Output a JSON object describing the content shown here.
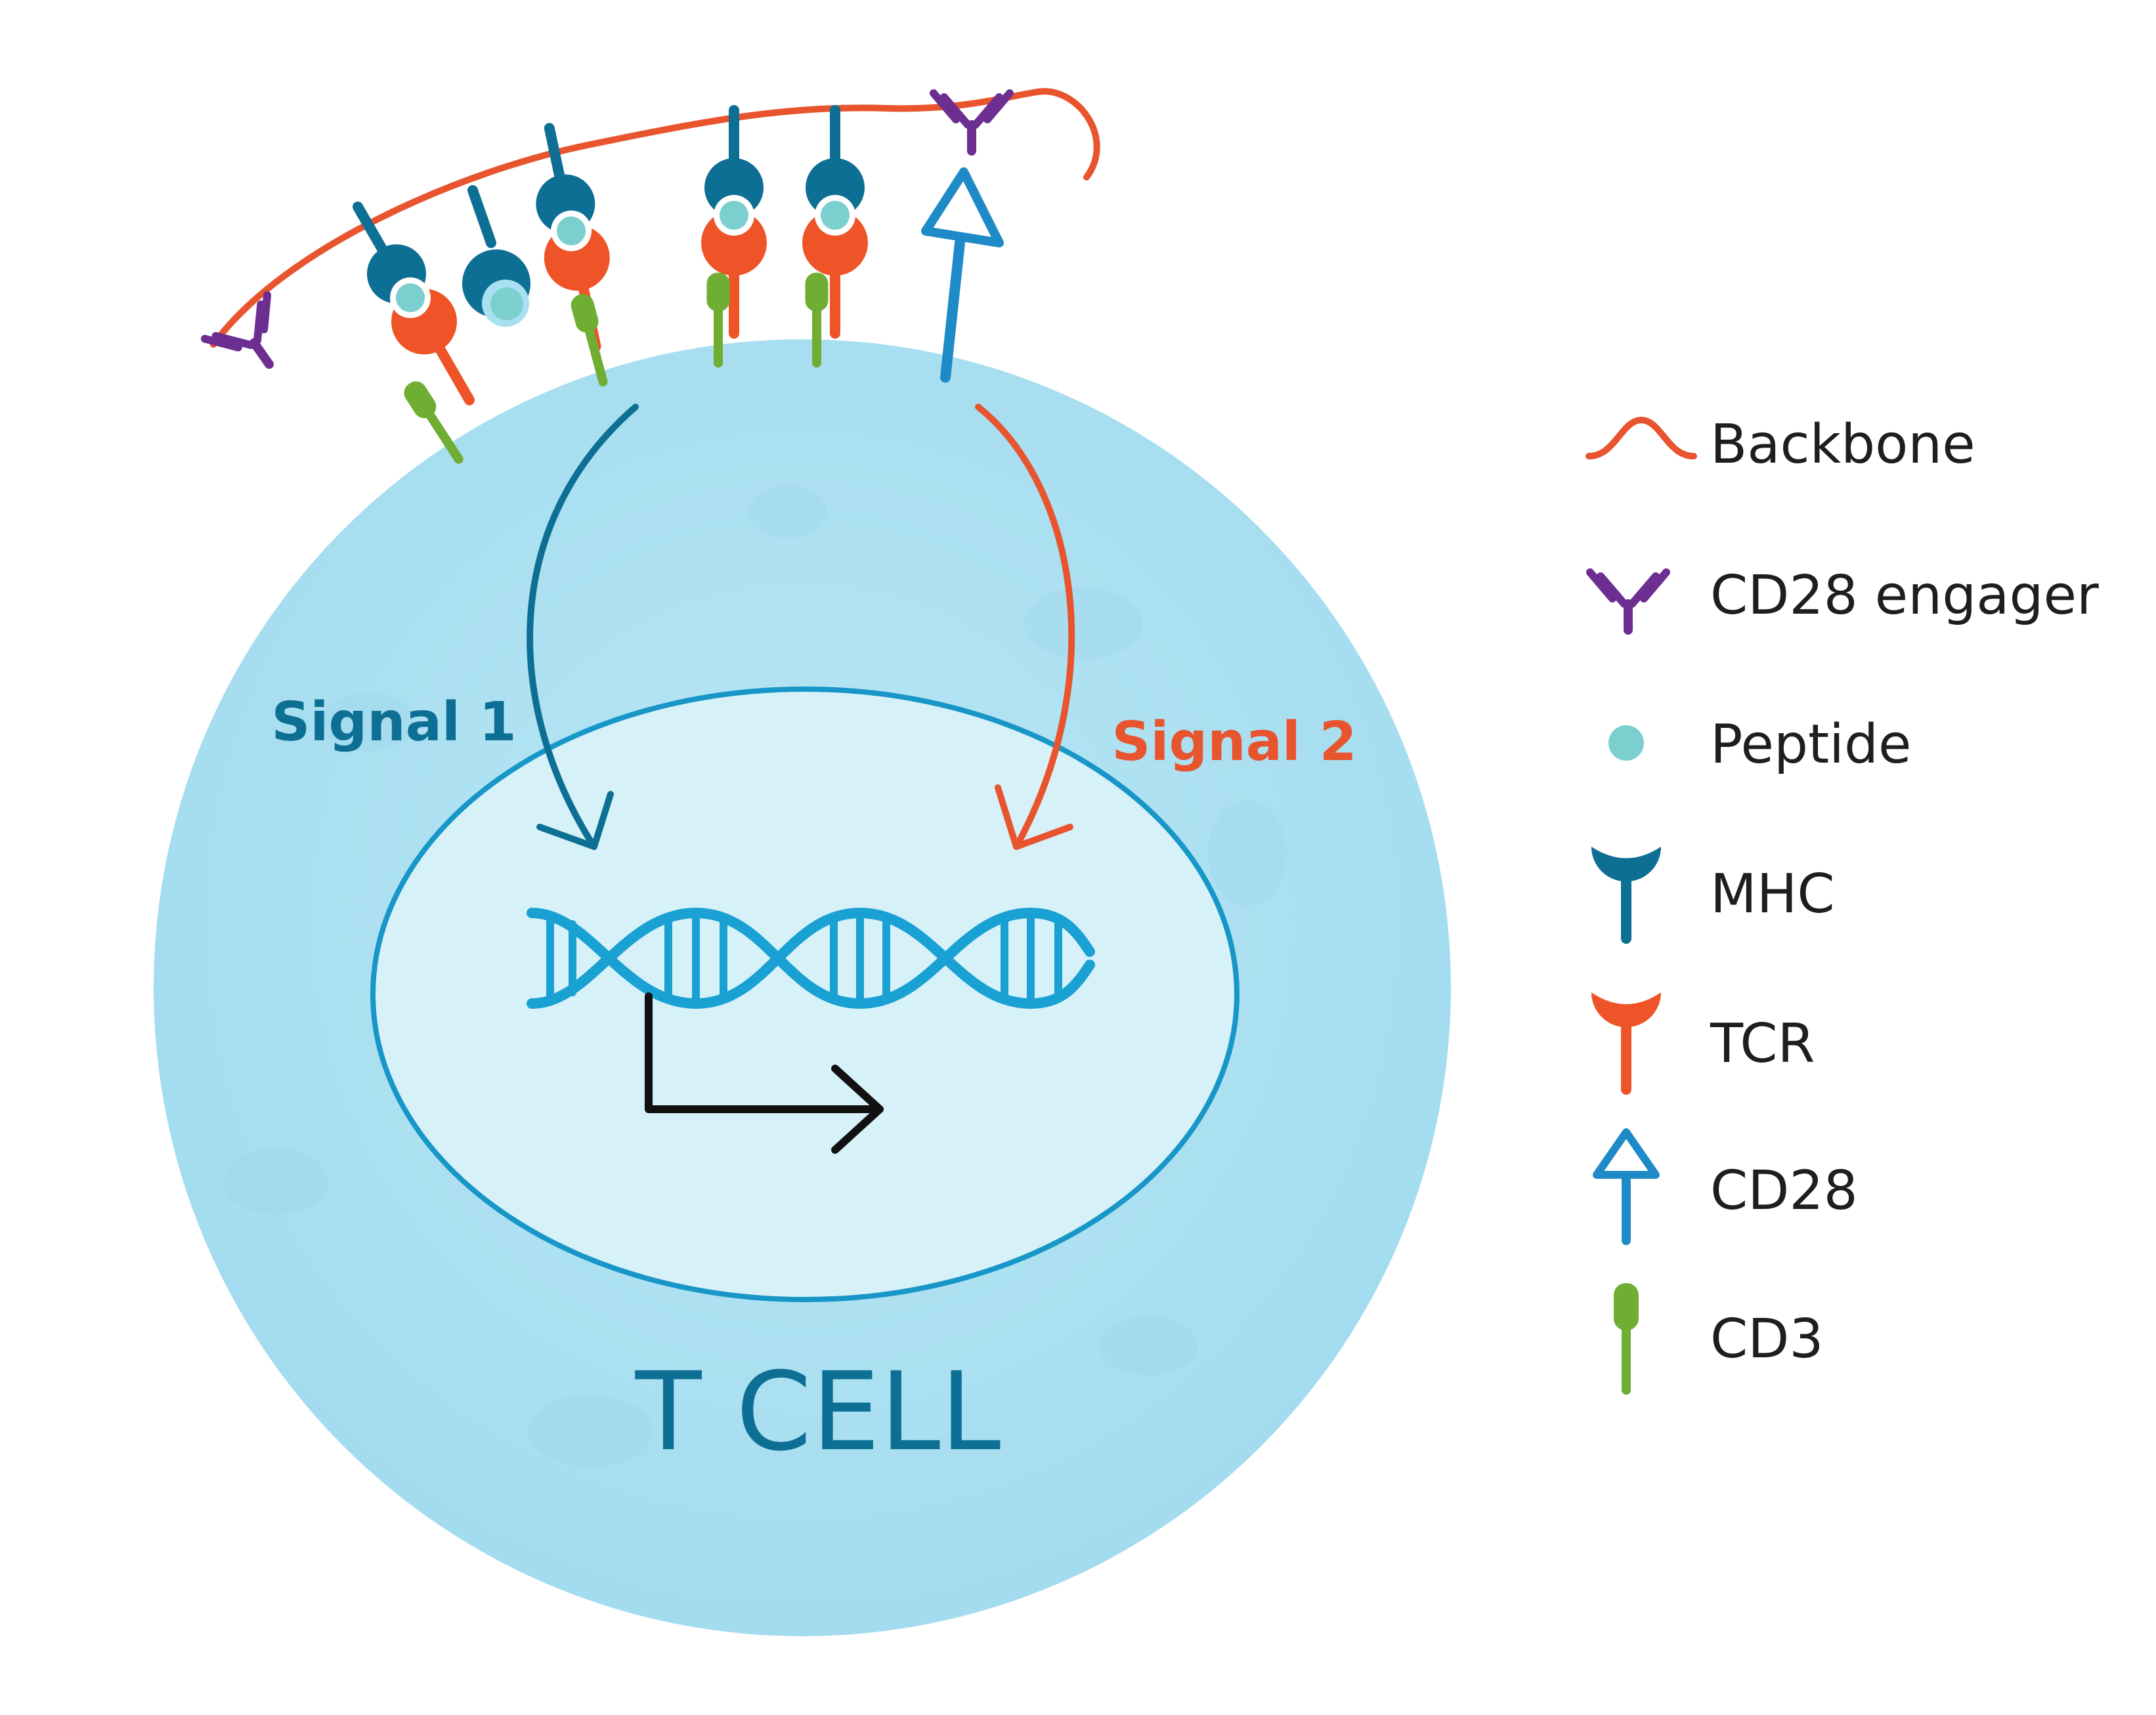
{
  "diagram": {
    "cell_label": "T CELL",
    "signal1_label": "Signal 1",
    "signal2_label": "Signal 2"
  },
  "legend": {
    "items": [
      {
        "label": "Backbone",
        "icon": "backbone-icon"
      },
      {
        "label": "CD28 engager",
        "icon": "cd28-engager-icon"
      },
      {
        "label": "Peptide",
        "icon": "peptide-icon"
      },
      {
        "label": "MHC",
        "icon": "mhc-icon"
      },
      {
        "label": "TCR",
        "icon": "tcr-icon"
      },
      {
        "label": "CD28",
        "icon": "cd28-icon"
      },
      {
        "label": "CD3",
        "icon": "cd3-icon"
      }
    ]
  },
  "colors": {
    "backbone": "#e8542e",
    "mhc": "#0e6f94",
    "tcr": "#ee5427",
    "peptide": "#7ccfcf",
    "cd28": "#1f8ac8",
    "cd28_engager": "#6c2f91",
    "cd3": "#6fae33",
    "cell": "#a9e0f1",
    "nucleus": "#d7f1f8",
    "nucleus_outline": "#1896c8",
    "signal1": "#0e6f94",
    "signal2": "#e8542e",
    "dna": "#1aa1d4"
  }
}
